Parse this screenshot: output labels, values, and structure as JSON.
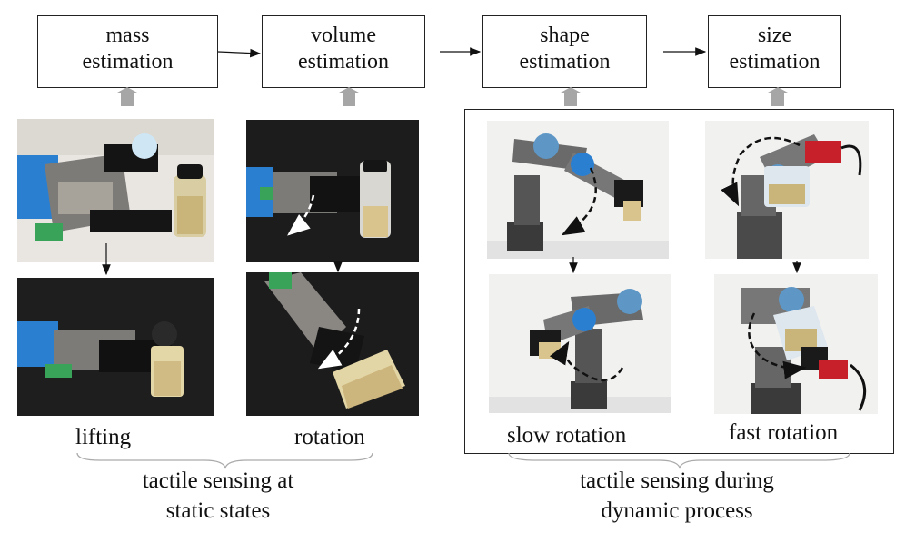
{
  "boxes": {
    "mass": {
      "line1": "mass",
      "line2": "estimation"
    },
    "volume": {
      "line1": "volume",
      "line2": "estimation"
    },
    "shape": {
      "line1": "shape",
      "line2": "estimation"
    },
    "size": {
      "line1": "size",
      "line2": "estimation"
    }
  },
  "labels": {
    "lifting": "lifting",
    "rotation": "rotation",
    "slow_rotation": "slow rotation",
    "fast_rotation": "fast rotation"
  },
  "captions": {
    "static_line1": "tactile sensing at",
    "static_line2": "static states",
    "dynamic_line1": "tactile sensing during",
    "dynamic_line2": "dynamic process"
  },
  "colors": {
    "box_border": "#222222",
    "up_arrow": "#a6a6a6",
    "dark_background": "#1e1e1e",
    "light_background": "#eceae6",
    "robot_blue": "#2b7fd1"
  }
}
